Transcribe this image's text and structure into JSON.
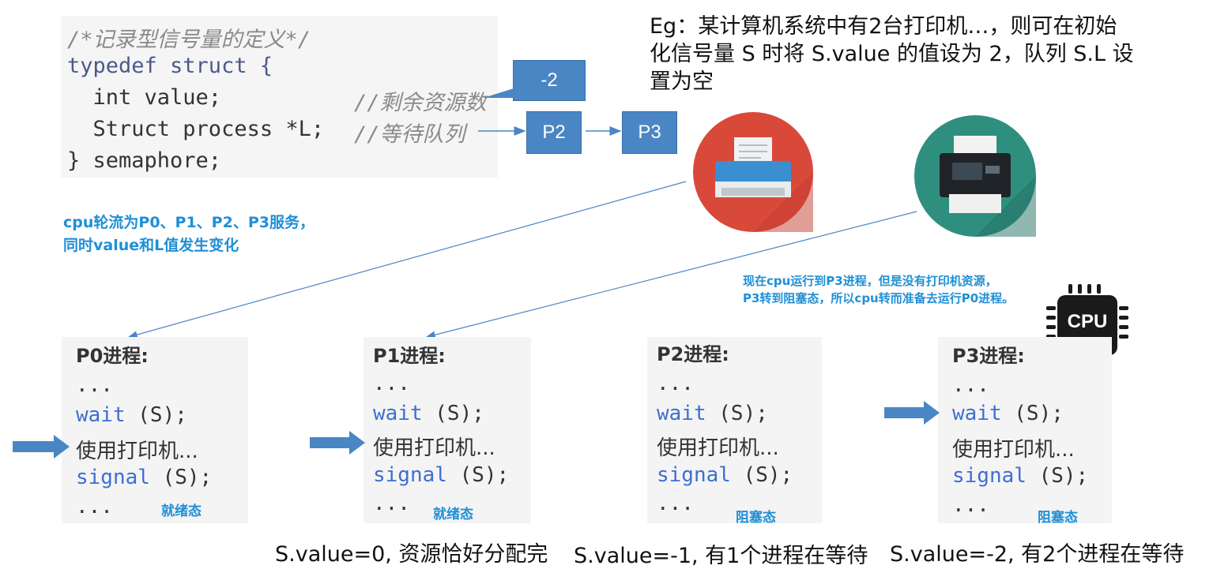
{
  "code": {
    "comment_title": "/*记录型信号量的定义*/",
    "line_typedef": "typedef struct {",
    "line_value": "  int value;",
    "comment_value": "//剩余资源数",
    "line_struct": "  Struct process *L;",
    "comment_L": "//等待队列",
    "line_end": "} semaphore;"
  },
  "boxes": {
    "value_box": "-2",
    "queue": [
      "P2",
      "P3"
    ]
  },
  "example_text": {
    "line1": "Eg：某计算机系统中有2台打印机…，则可在初始",
    "line2": "化信号量 S 时将 S.value 的值设为 2，队列 S.L 设",
    "line3": "置为空"
  },
  "notes": {
    "cpu_round_robin_1": "cpu轮流为P0、P1、P2、P3服务，",
    "cpu_round_robin_2": "同时value和L值发生变化",
    "cpu_now_1": "现在cpu运行到P3进程，但是没有打印机资源，",
    "cpu_now_2": "P3转到阻塞态，所以cpu转而准备去运行P0进程。"
  },
  "cpu_chip_label": "CPU",
  "processes": [
    {
      "title": "P0进程:",
      "dots_top": "...",
      "wait_kw": "wait",
      "wait_rest": " (S);",
      "use": "使用打印机...",
      "signal_kw": "signal",
      "signal_rest": " (S);",
      "dots_bottom": "...",
      "state": "就绪态"
    },
    {
      "title": "P1进程:",
      "dots_top": "...",
      "wait_kw": "wait",
      "wait_rest": " (S);",
      "use": "使用打印机...",
      "signal_kw": "signal",
      "signal_rest": " (S);",
      "dots_bottom": "...",
      "state": "就绪态"
    },
    {
      "title": "P2进程:",
      "dots_top": "...",
      "wait_kw": "wait",
      "wait_rest": " (S);",
      "use": "使用打印机...",
      "signal_kw": "signal",
      "signal_rest": " (S);",
      "dots_bottom": "...",
      "state": "阻塞态"
    },
    {
      "title": "P3进程:",
      "dots_top": "...",
      "wait_kw": "wait",
      "wait_rest": " (S);",
      "use": "使用打印机...",
      "signal_kw": "signal",
      "signal_rest": " (S);",
      "dots_bottom": "...",
      "state": "阻塞态"
    }
  ],
  "bottom_captions": [
    "S.value=0, 资源恰好分配完",
    "S.value=-1, 有1个进程在等待",
    "S.value=-2, 有2个进程在等待"
  ],
  "colors": {
    "box_blue": "#4a86c4",
    "note_blue": "#1f8fd6",
    "printer_red_bg": "#d9493a",
    "printer_green_bg": "#2f8f7f",
    "arrow_blue": "#4a86c4"
  },
  "icons": [
    "printer-icon",
    "printer-icon",
    "cpu-chip-icon",
    "mouse-cursor-icon",
    "right-arrow-icon"
  ]
}
